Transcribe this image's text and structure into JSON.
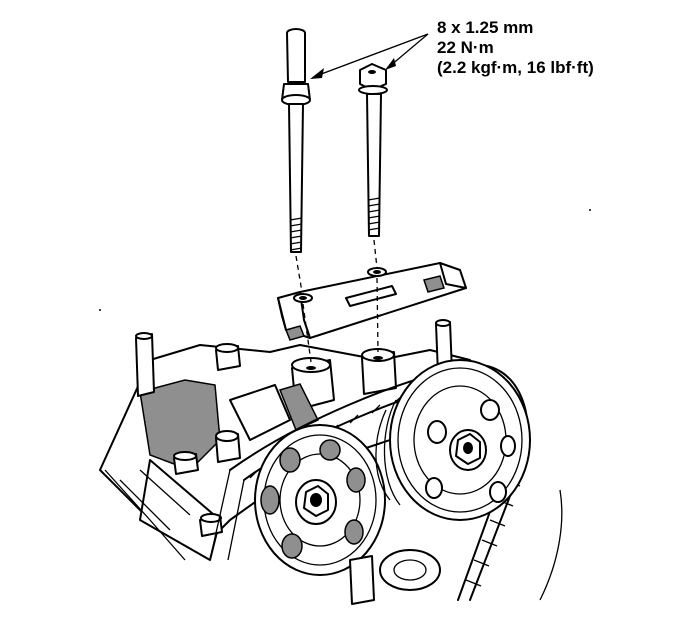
{
  "callout": {
    "line1": "8 x 1.25 mm",
    "line2": "22 N·m",
    "line3": "(2.2 kgf·m, 16 lbf·ft)"
  }
}
